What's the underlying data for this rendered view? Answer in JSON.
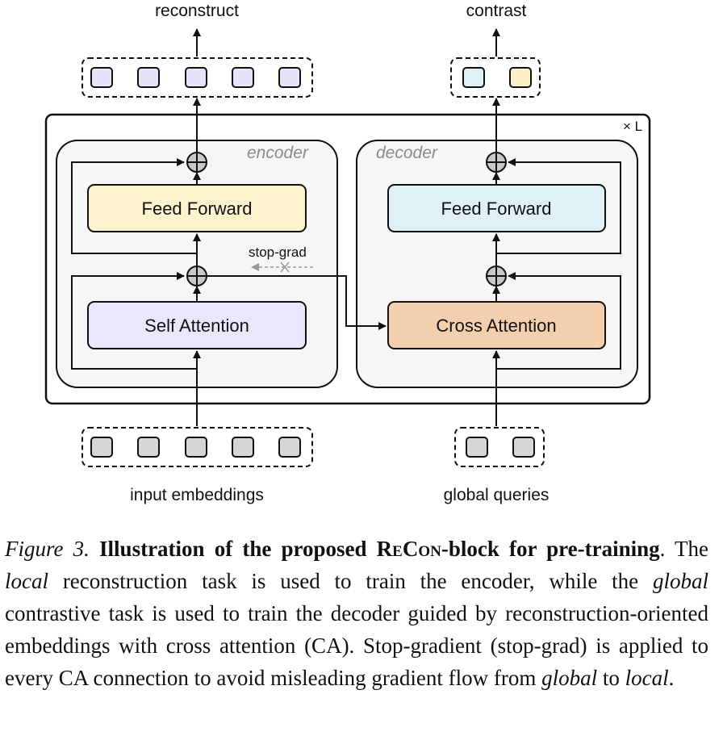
{
  "diagram": {
    "outputs": {
      "reconstruct": "reconstruct",
      "contrast": "contrast"
    },
    "inputs": {
      "input_embeddings": "input embeddings",
      "global_queries": "global queries"
    },
    "repeat_label": "× L",
    "encoder": {
      "title": "encoder",
      "feed_forward": "Feed Forward",
      "self_attention": "Self Attention"
    },
    "decoder": {
      "title": "decoder",
      "feed_forward": "Feed Forward",
      "cross_attention": "Cross Attention"
    },
    "stop_grad": "stop-grad",
    "colors": {
      "recon_token": "#e6e3fb",
      "contrast_token_1": "#dff1f4",
      "contrast_token_2": "#fbefc6",
      "input_token": "#d6d6d6",
      "feed_forward_encoder": "#fdf2cc",
      "self_attention": "#e9e7fb",
      "feed_forward_decoder": "#dff1f4",
      "cross_attention": "#f3cfae",
      "block_bg": "#f6f6f6"
    }
  },
  "caption": {
    "figure_label": "Figure 3.",
    "bold_1": "Illustration of the proposed ",
    "bold_re": "Re",
    "bold_con": "Con",
    "bold_2": "-block for pre-training",
    "t1": ". The ",
    "local": "local",
    "t2": " reconstruction task is used to train the encoder, while the ",
    "global": "global",
    "t3": " contrastive task is used to train the decoder guided by reconstruction-oriented embeddings with cross attention (CA). Stop-gradient (stop-grad) is applied to every CA connection to avoid misleading gradient flow from ",
    "global2": "global",
    "t4": " to ",
    "local2": "local",
    "t5": "."
  }
}
